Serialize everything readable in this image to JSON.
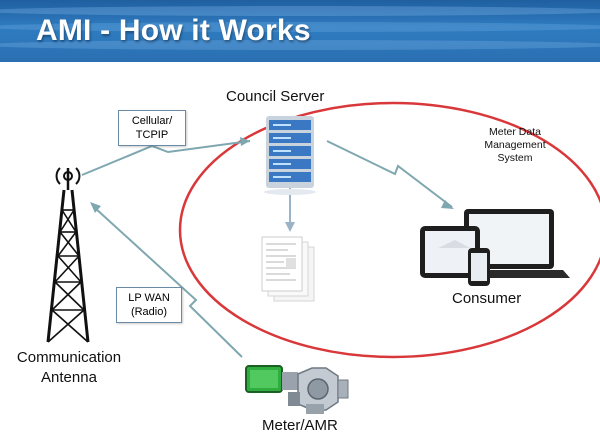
{
  "slide": {
    "title": "AMI - How it Works"
  },
  "labels": {
    "server": "Council Server",
    "mdm": [
      "Meter Data",
      "Management",
      "System"
    ],
    "consumer": "Consumer",
    "antenna": [
      "Communication",
      "Antenna"
    ],
    "meter": "Meter/AMR"
  },
  "links": {
    "cellular": [
      "Cellular/",
      "TCPIP"
    ],
    "lpwan": [
      "LP WAN",
      "(Radio)"
    ]
  },
  "colors": {
    "header": "#2a6fb2",
    "ellipse": "#d9383a",
    "link": "#7fa7b0",
    "server": "#3a78c3"
  },
  "icons": {
    "server": "server-rack-icon",
    "report": "report-document-icon",
    "devices": "laptop-phone-icon",
    "tower": "radio-tower-icon",
    "meter": "water-meter-icon"
  }
}
